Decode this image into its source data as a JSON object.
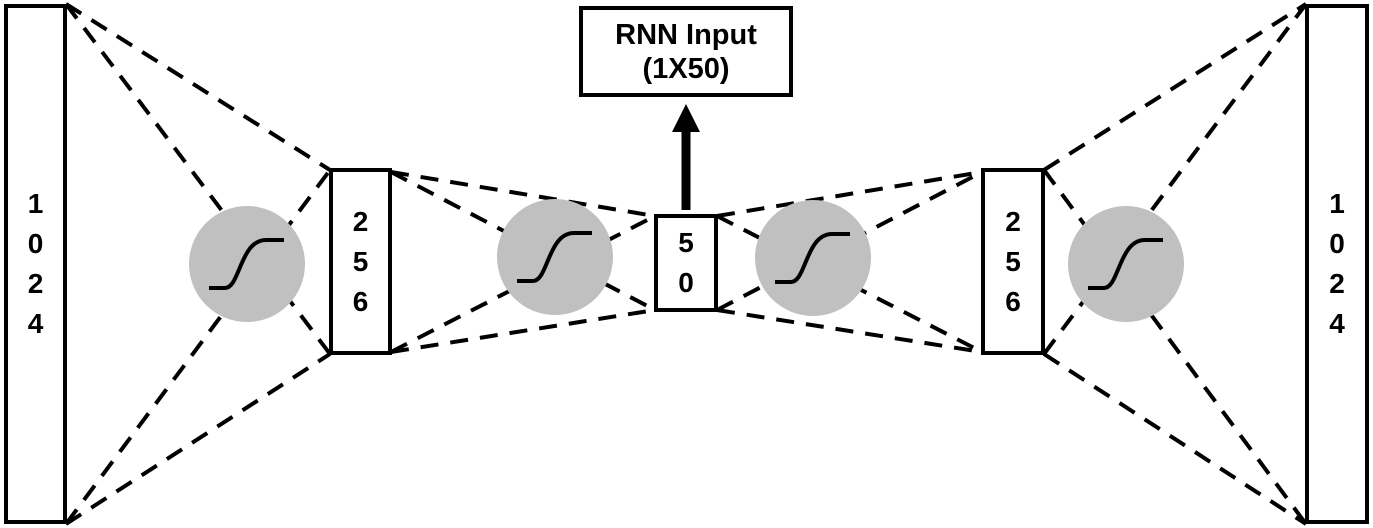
{
  "layers": {
    "input": "1024",
    "encoder_hidden": "256",
    "bottleneck": "50",
    "decoder_hidden": "256",
    "output": "1024"
  },
  "output_box": {
    "line1": "RNN Input",
    "line2": "(1X50)"
  },
  "colors": {
    "activation_fill": "#c0c0c0",
    "stroke": "#000000",
    "background": "#ffffff"
  },
  "icons": {
    "activation": "sigmoid-icon",
    "arrow": "arrow-up-icon"
  }
}
